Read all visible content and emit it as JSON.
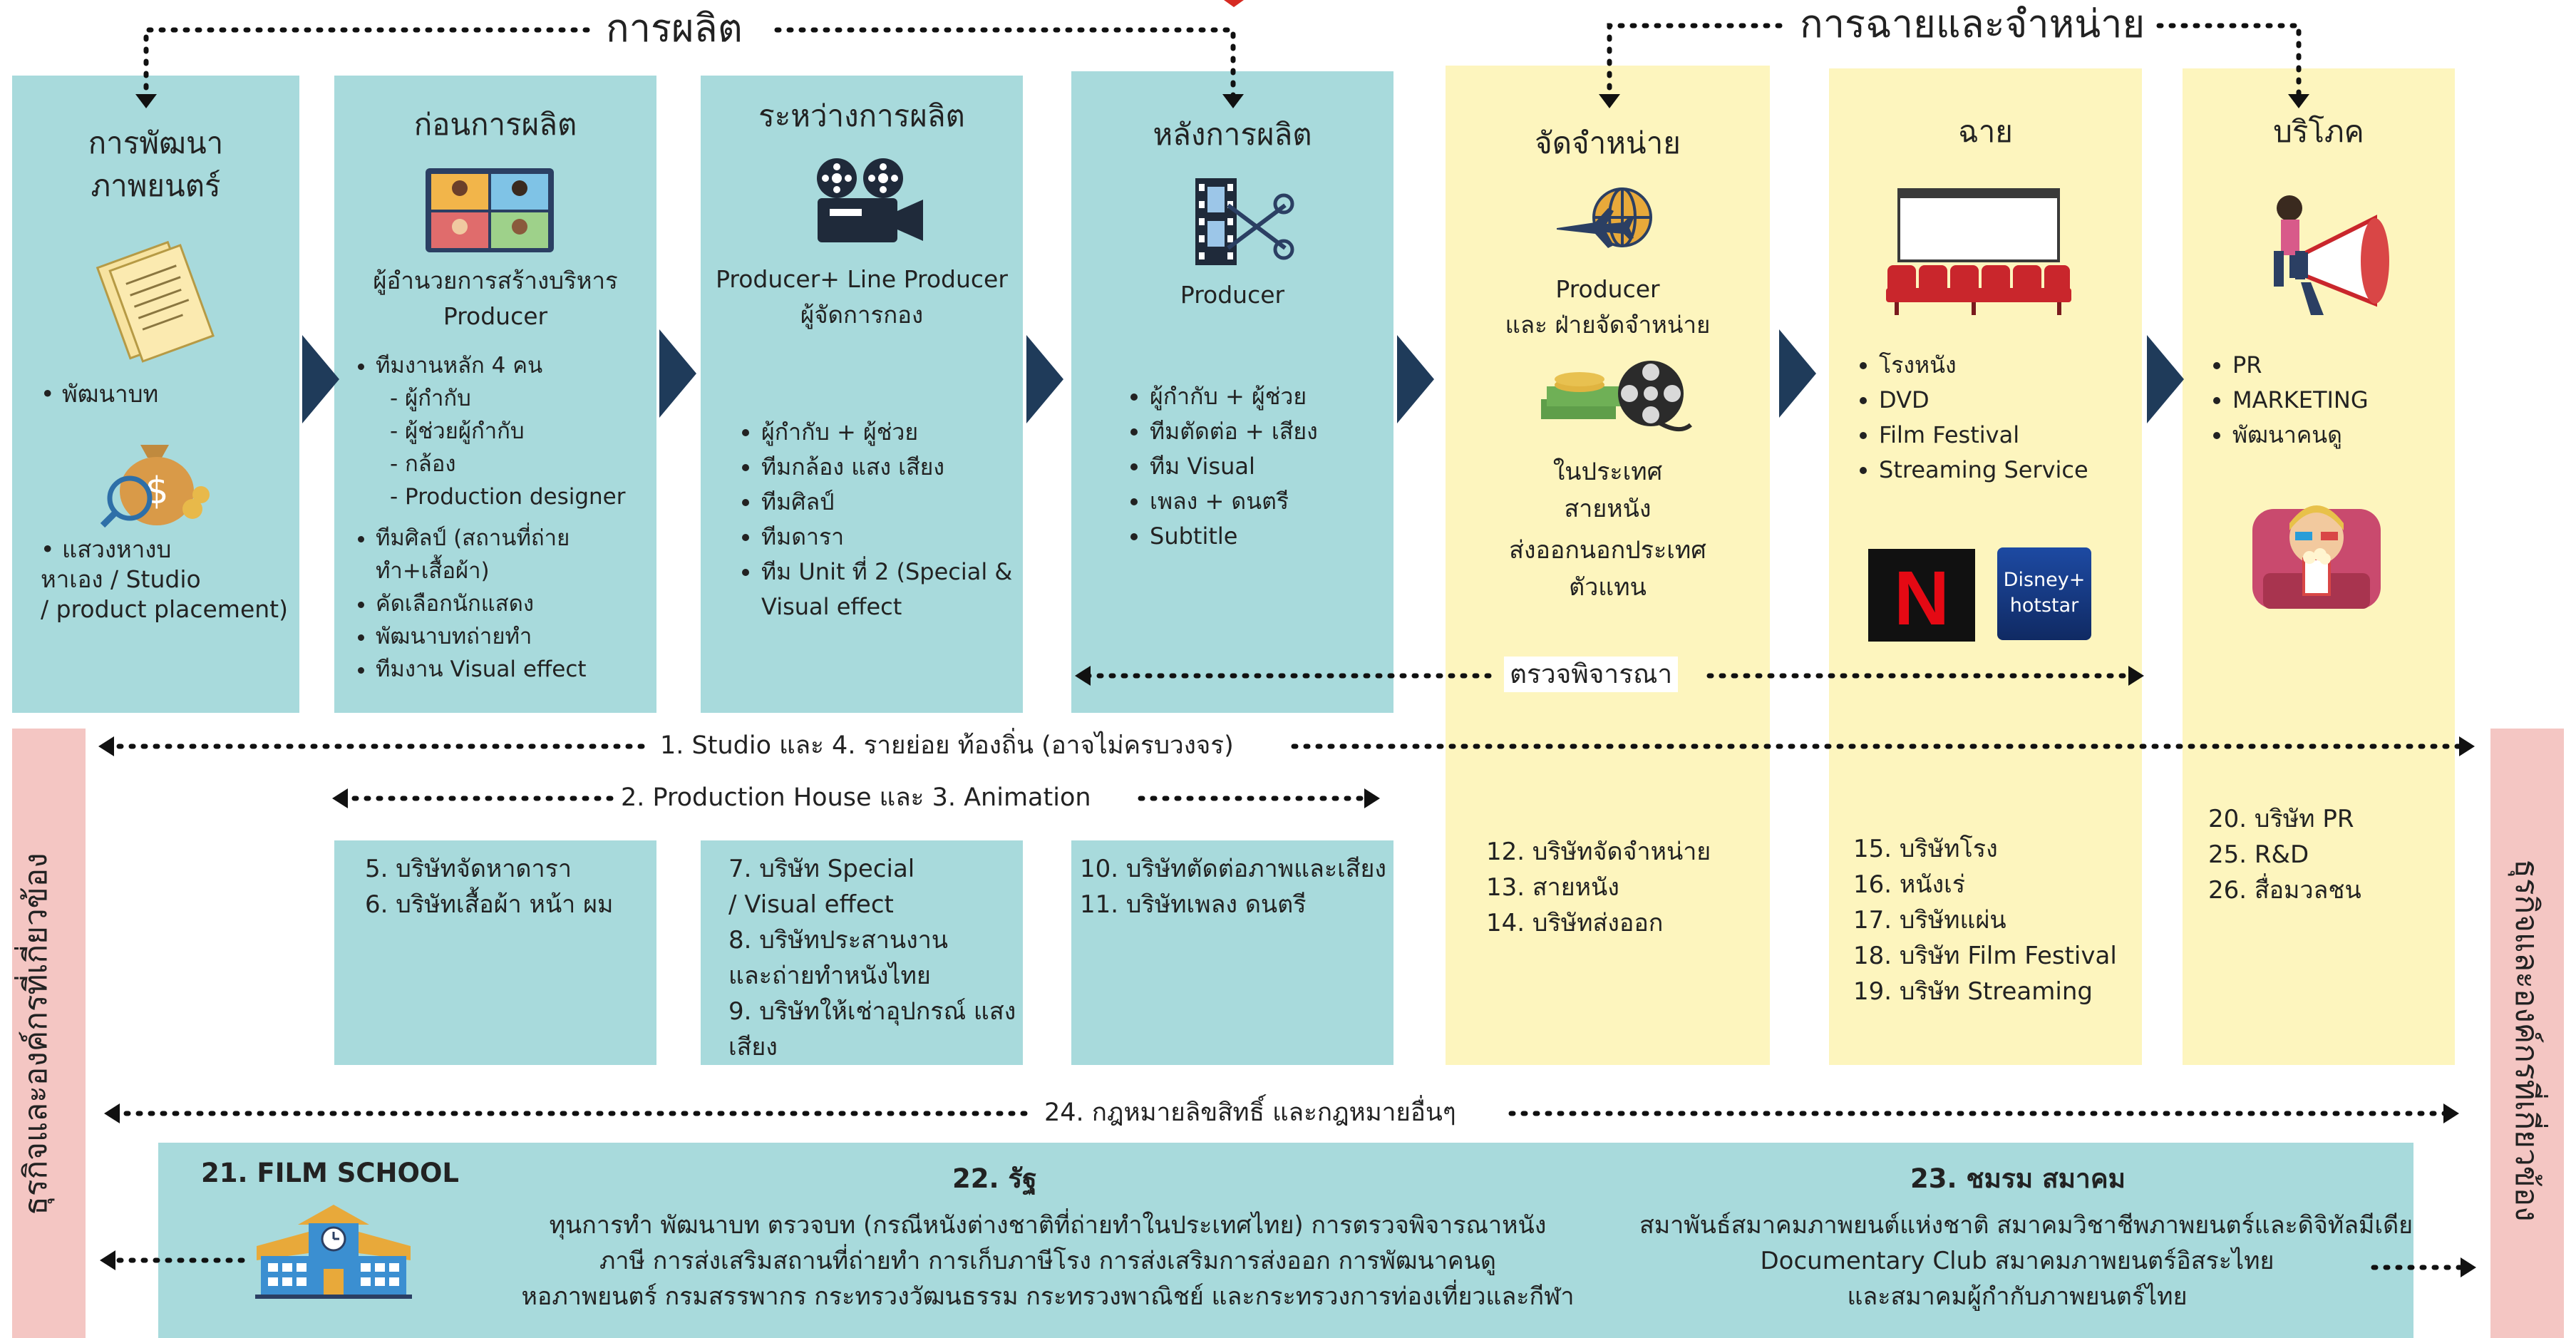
{
  "header": {
    "production": "การผลิต",
    "distribution": "การฉายและจำหน่าย"
  },
  "stages": [
    {
      "title_lines": [
        "การพัฒนา",
        "ภาพยนตร์"
      ],
      "icon": "script-papers-icon",
      "icon2": "money-bag-icon",
      "items": [
        "• พัฒนาบท"
      ],
      "items2": [
        "• แสวงหางบ",
        "หาเอง / Studio",
        "/ product placement)"
      ]
    },
    {
      "title_lines": [
        "ก่อนการผลิต"
      ],
      "icon": "video-meeting-icon",
      "role_lines": [
        "ผู้อำนวยการสร้างบริหาร",
        "Producer"
      ],
      "list": [
        {
          "t": "ทีมงานหลัก 4 คน",
          "dash": false
        },
        {
          "t": "- ผู้กำกับ",
          "dash": true
        },
        {
          "t": "- ผู้ช่วยผู้กำกับ",
          "dash": true
        },
        {
          "t": "- กล้อง",
          "dash": true
        },
        {
          "t": "- Production designer",
          "dash": true
        },
        {
          "t": "ทีมศิลป์ (สถานที่ถ่าย ทำ+เสื้อผ้า)",
          "dash": false
        },
        {
          "t": "คัดเลือกนักแสดง",
          "dash": false
        },
        {
          "t": "พัฒนาบทถ่ายทำ",
          "dash": false
        },
        {
          "t": "ทีมงาน Visual effect",
          "dash": false
        }
      ]
    },
    {
      "title_lines": [
        "ระหว่างการผลิต"
      ],
      "icon": "film-camera-icon",
      "role_lines": [
        "Producer+ Line  Producer",
        "ผู้จัดการกอง"
      ],
      "list": [
        "ผู้กำกับ + ผู้ช่วย",
        "ทีมกล้อง แสง เสียง",
        "ทีมศิลป์",
        "ทีมดารา",
        "ทีม Unit ที่ 2 (Special & Visual effect"
      ]
    },
    {
      "title_lines": [
        "หลังการผลิต"
      ],
      "icon": "film-scissors-icon",
      "role_lines": [
        "Producer"
      ],
      "list": [
        "ผู้กำกับ + ผู้ช่วย",
        "ทีมตัดต่อ + เสียง",
        "ทีม Visual",
        "เพลง + ดนตรี",
        "Subtitle"
      ]
    },
    {
      "title_lines": [
        "จัดจำหน่าย"
      ],
      "icon": "plane-globe-icon",
      "icon2": "money-film-reel-icon",
      "role_lines": [
        "Producer",
        "และ ฝ่ายจัดจำหน่าย"
      ],
      "lines": [
        "ในประเทศ",
        "สายหนัง",
        "ส่งออกนอกประเทศ",
        "ตัวแทน"
      ]
    },
    {
      "title_lines": [
        "ฉาย"
      ],
      "icon": "cinema-seats-icon",
      "list": [
        "โรงหนัง",
        "DVD",
        "Film Festival",
        "Streaming Service"
      ],
      "logos": [
        {
          "name": "netflix-logo",
          "text": "N",
          "color": "#e50914"
        },
        {
          "name": "disney-hotstar-logo",
          "text": "Disney+ hotstar",
          "color": "#1a3f8f"
        }
      ]
    },
    {
      "title_lines": [
        "บริโภค"
      ],
      "icon": "megaphone-person-icon",
      "icon2": "viewer-popcorn-icon",
      "list": [
        "PR",
        "MARKETING",
        "พัฒนาคนดู"
      ]
    }
  ],
  "censor_label": "ตรวจพิจารณา",
  "row_labels": {
    "studio": "1. Studio และ 4. รายย่อย ท้องถิ่น (อาจไม่ครบวงจร)",
    "production_house": "2. Production House และ 3. Animation",
    "law": "24. กฎหมายลิขสิทธิ์ และกฎหมายอื่นๆ"
  },
  "companies": [
    [
      "5. บริษัทจัดหาดารา",
      "6. บริษัทเสื้อผ้า หน้า ผม"
    ],
    [
      "7. บริษัท Special",
      "/ Visual effect",
      "8. บริษัทประสานงาน",
      "และถ่ายทำหนังไทย",
      "9. บริษัทให้เช่าอุปกรณ์ แสง",
      "เสียง"
    ],
    [
      "10. บริษัทตัดต่อภาพและเสียง",
      "11. บริษัทเพลง ดนตรี"
    ],
    [
      "12. บริษัทจัดจำหน่าย",
      "13. สายหนัง",
      "14. บริษัทส่งออก"
    ],
    [
      "15. บริษัทโรง",
      "16. หนังเร่",
      "17. บริษัทแผ่น",
      "18. บริษัท Film Festival",
      "19. บริษัท Streaming"
    ],
    [
      "20. บริษัท PR",
      "25. R&D",
      "26. สื่อมวลชน"
    ]
  ],
  "side_label": "ธุรกิจและองค์กรที่เกี่ยวข้อง",
  "orgs": {
    "school": {
      "title": "21.  FILM SCHOOL",
      "icon": "school-building-icon"
    },
    "state": {
      "title": "22.  รัฐ",
      "lines": [
        "ทุนการทำ พัฒนาบท ตรวจบท (กรณีหนังต่างชาติที่ถ่ายทำในประเทศไทย) การตรวจพิจารณาหนัง",
        "ภาษี การส่งเสริมสถานที่ถ่ายทำ การเก็บภาษีโรง การส่งเสริมการส่งออก การพัฒนาคนดู",
        "หอภาพยนตร์ กรมสรรพากร กระทรวงวัฒนธรรม กระทรวงพาณิชย์ และกระทรวงการท่องเที่ยวและกีฬา"
      ]
    },
    "assoc": {
      "title": "23. ชมรม สมาคม",
      "lines": [
        "สมาพันธ์สมาคมภาพยนต์แห่งชาติ สมาคมวิชาชีพภาพยนตร์และดิจิทัลมีเดีย",
        "Documentary Club สมาคมภาพยนตร์อิสระไทย",
        "และสมาคมผู้กำกับภาพยนตร์ไทย"
      ]
    }
  },
  "colors": {
    "teal": "#a8dadc",
    "cream": "#fdf5be",
    "pink": "#f4c6c3",
    "navy": "#1f3b5a"
  }
}
